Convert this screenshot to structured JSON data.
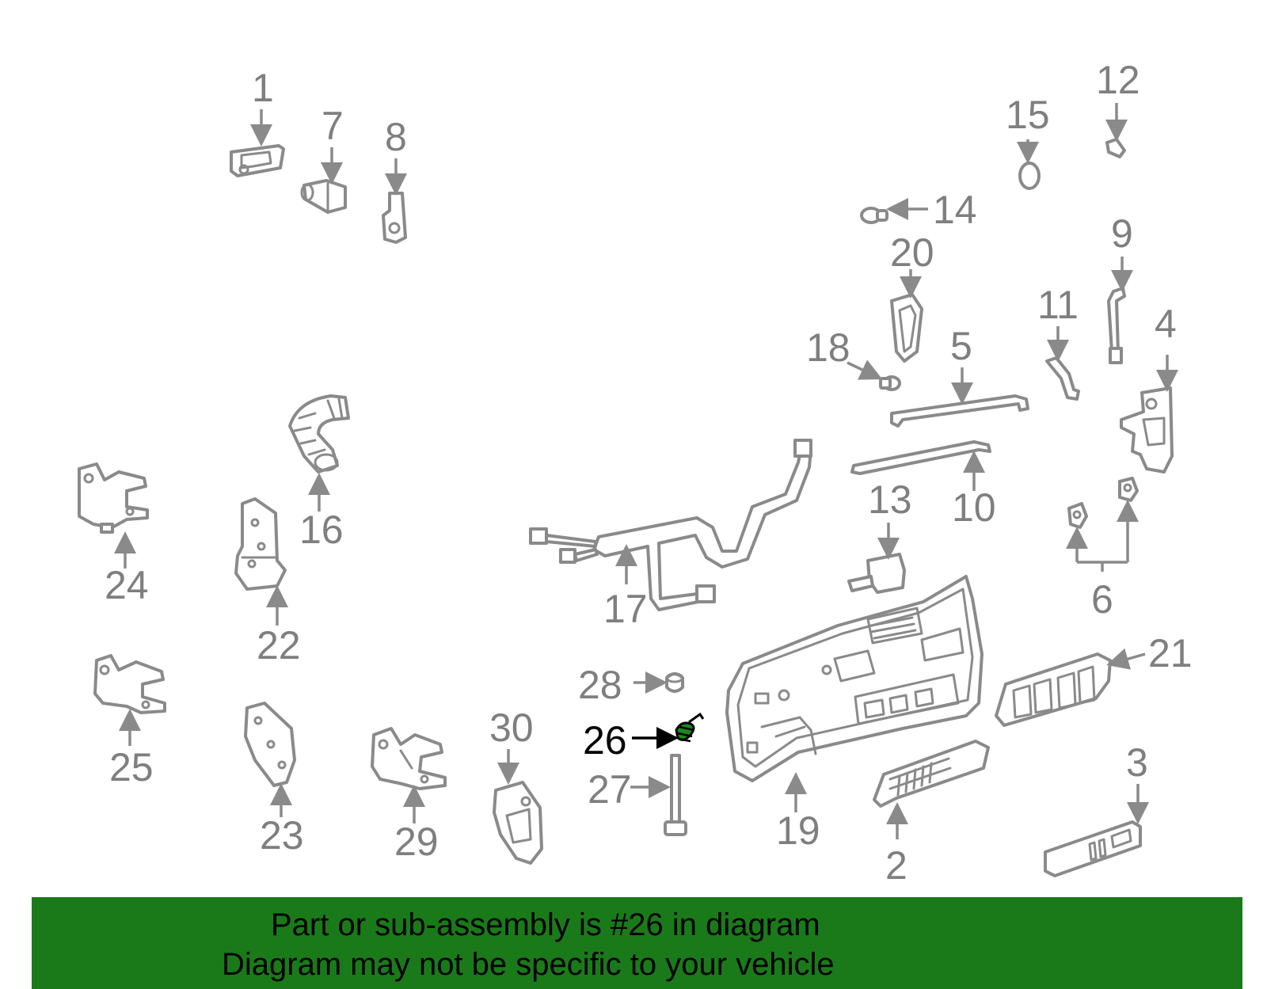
{
  "callouts": {
    "c1": "1",
    "c2": "2",
    "c3": "3",
    "c4": "4",
    "c5": "5",
    "c6": "6",
    "c7": "7",
    "c8": "8",
    "c9": "9",
    "c10": "10",
    "c11": "11",
    "c12": "12",
    "c13": "13",
    "c14": "14",
    "c15": "15",
    "c16": "16",
    "c17": "17",
    "c18": "18",
    "c19": "19",
    "c20": "20",
    "c21": "21",
    "c22": "22",
    "c23": "23",
    "c24": "24",
    "c25": "25",
    "c26": "26",
    "c27": "27",
    "c28": "28",
    "c29": "29",
    "c30": "30"
  },
  "highlight": {
    "part": "26",
    "color": "#1a8a1a"
  },
  "colors": {
    "banner": "#1a7a1a",
    "label": "#7f7f7f",
    "line_art": "#8a8a8a"
  },
  "banner": {
    "line1": "Part or sub-assembly is #26 in diagram",
    "line2": "Diagram may not be specific to your vehicle"
  }
}
